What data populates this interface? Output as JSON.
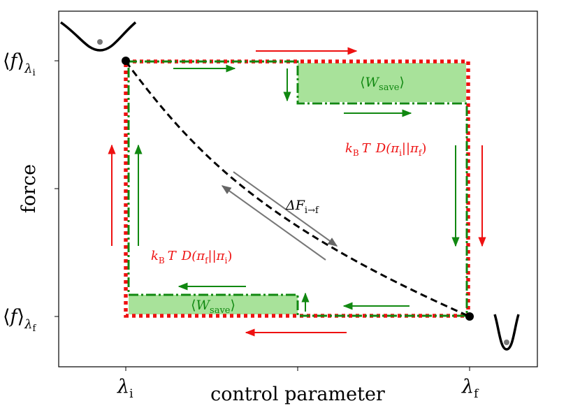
{
  "axes": {
    "xlabel": "control parameter",
    "ylabel": "force",
    "x_ticks": [
      {
        "sym": "λ",
        "sub": "i"
      },
      {
        "sym": "λ",
        "sub": "f"
      }
    ],
    "y_ticks": [
      {
        "angle_open": "⟨",
        "sym": "f",
        "angle_close": "⟩",
        "sub_sym": "λ",
        "sub_sub": "i"
      },
      {
        "angle_open": "⟨",
        "sym": "f",
        "angle_close": "⟩",
        "sub_sym": "λ",
        "sub_sub": "f"
      }
    ]
  },
  "labels": {
    "w_save_top": {
      "open": "⟨",
      "sym": "W",
      "sub": "save",
      "close": "⟩"
    },
    "w_save_bottom": {
      "open": "⟨",
      "sym": "W",
      "sub": "save",
      "close": "⟩"
    },
    "delta_f": {
      "sym": "ΔF",
      "sub": "i→f"
    },
    "kl_right": {
      "k": "k",
      "k_sub": "B",
      "T": "T",
      "D": "D(π",
      "p1_sub": "i",
      "mid": "||π",
      "p2_sub": "f",
      "close": ")"
    },
    "kl_left": {
      "k": "k",
      "k_sub": "B",
      "T": "T",
      "D": "D(π",
      "p1_sub": "f",
      "mid": "||π",
      "p2_sub": "i",
      "close": ")"
    }
  },
  "colors": {
    "red": "#ee1111",
    "green": "#118811",
    "green_fill": "#a8e29a",
    "gray": "#777777",
    "black": "#000000"
  }
}
